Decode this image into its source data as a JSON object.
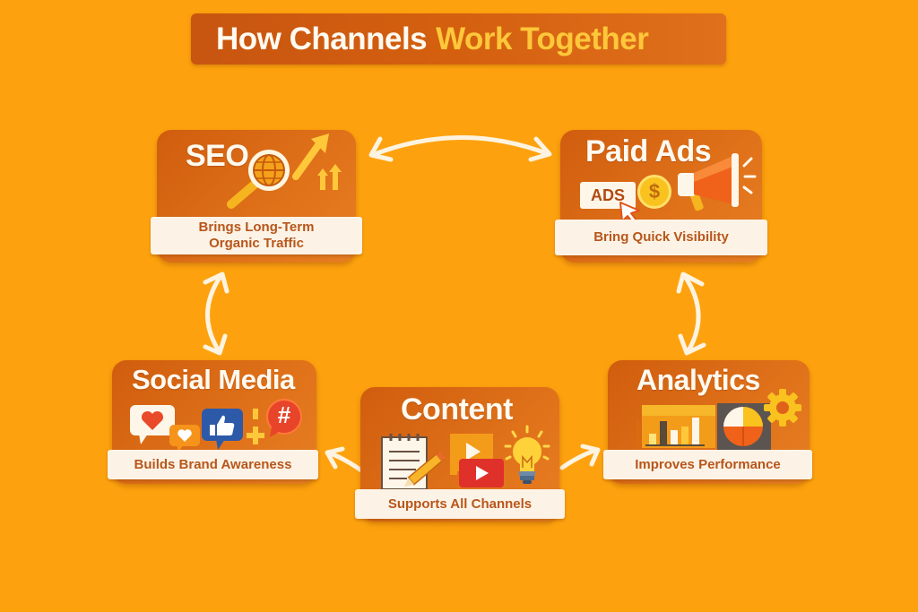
{
  "title": {
    "part1": "How Channels",
    "part2": "Work Together"
  },
  "colors": {
    "background": "#fda20e",
    "card": "#d9680f",
    "banner": "#c85510",
    "title_accent": "#ffc73a",
    "label_bg": "#fcf3e6",
    "label_text": "#b8561b",
    "arrow": "#fdf3e0"
  },
  "nodes": {
    "seo": {
      "title": "SEO",
      "description_line1": "Brings Long-Term",
      "description_line2": "Organic Traffic",
      "icons": [
        "magnifier-globe-icon",
        "trend-up-arrow-icon",
        "up-arrows-icon"
      ]
    },
    "paid_ads": {
      "title": "Paid Ads",
      "description": "Bring Quick Visibility",
      "ads_badge": "ADS",
      "coin_symbol": "$",
      "icons": [
        "ads-badge-icon",
        "cursor-icon",
        "dollar-coin-icon",
        "megaphone-icon"
      ]
    },
    "social_media": {
      "title": "Social Media",
      "description": "Builds Brand Awareness",
      "hashtag": "#",
      "icons": [
        "heart-bubble-icon",
        "small-heart-bubble-icon",
        "thumbs-up-icon",
        "plus-icon",
        "hashtag-bubble-icon"
      ]
    },
    "content": {
      "title": "Content",
      "description": "Supports All Channels",
      "icons": [
        "notepad-pencil-icon",
        "video-play-icon",
        "youtube-icon",
        "lightbulb-icon"
      ]
    },
    "analytics": {
      "title": "Analytics",
      "description": "Improves Performance",
      "icons": [
        "bar-chart-icon",
        "pie-chart-icon",
        "gear-icon"
      ]
    }
  },
  "connections": [
    {
      "from": "SEO",
      "to": "Paid Ads",
      "type": "bidirectional"
    },
    {
      "from": "SEO",
      "to": "Social Media",
      "type": "bidirectional"
    },
    {
      "from": "Paid Ads",
      "to": "Analytics",
      "type": "bidirectional"
    },
    {
      "from": "Content",
      "to": "Social Media",
      "type": "directed"
    },
    {
      "from": "Content",
      "to": "Analytics",
      "type": "directed"
    }
  ]
}
